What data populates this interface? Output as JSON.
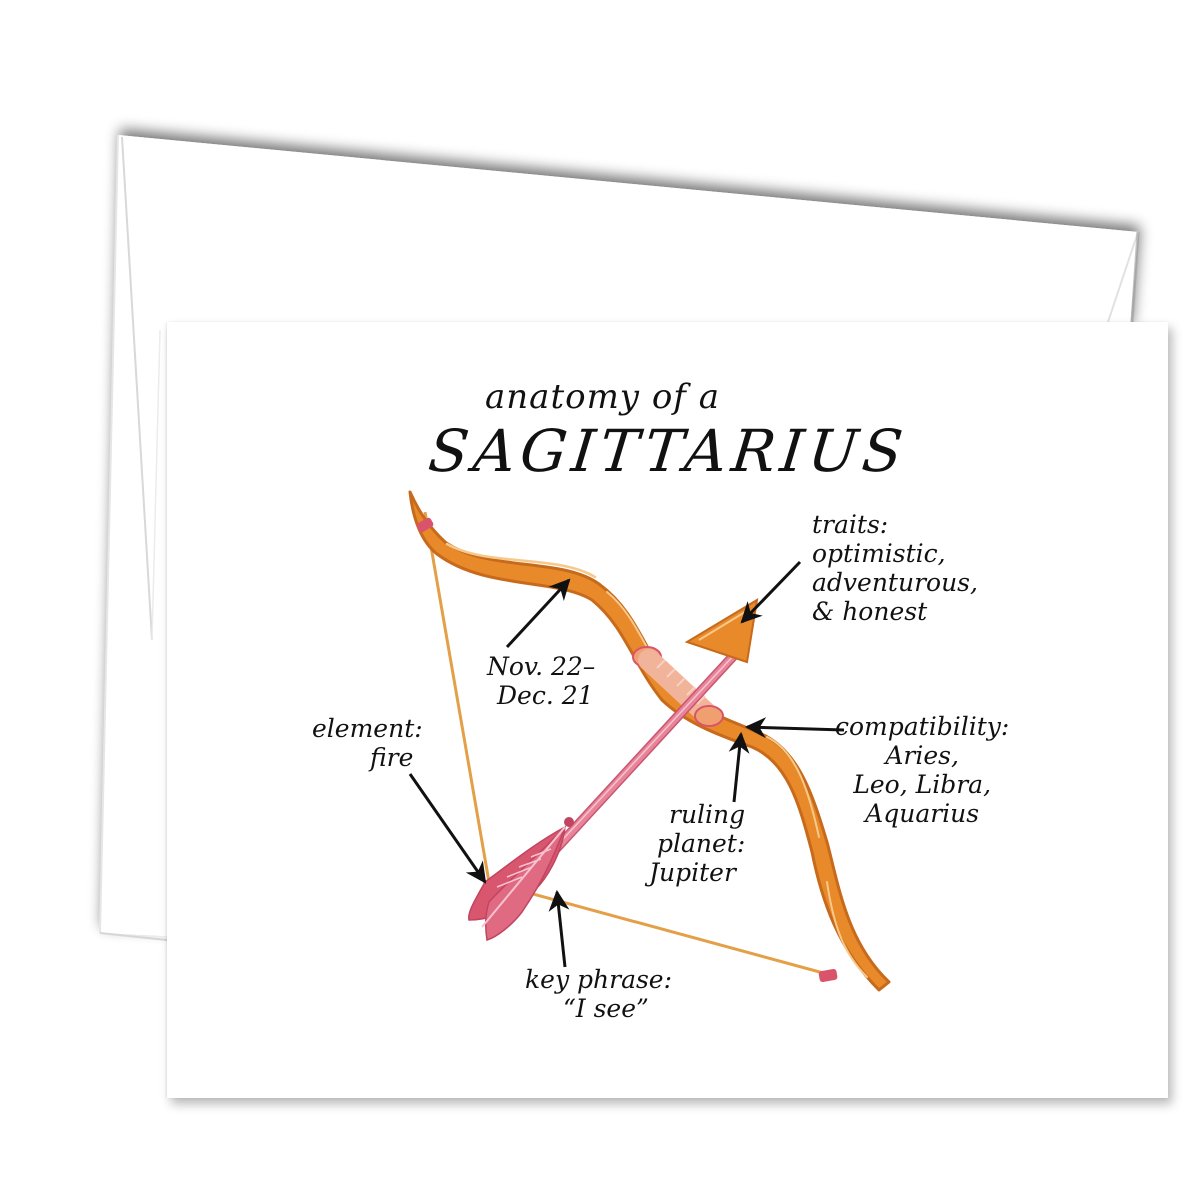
{
  "card": {
    "title_small": "anatomy of a",
    "title_big": "SAGITTARIUS",
    "labels": {
      "traits": [
        "traits:",
        "optimistic,",
        "adventurous,",
        "& honest"
      ],
      "dates": [
        "Nov. 22–",
        "Dec. 21"
      ],
      "element": [
        "element:",
        "fire"
      ],
      "compatibility": [
        "compatibility:",
        "Aries,",
        "Leo, Libra,",
        "Aquarius"
      ],
      "ruling_planet": [
        "ruling",
        "planet:",
        "Jupiter"
      ],
      "key_phrase": [
        "key phrase:",
        "“I see”"
      ]
    },
    "illustration": {
      "subject": "bow-and-arrow",
      "colors": {
        "bow": "#e8892a",
        "bow_shadow": "#c86a1c",
        "bow_highlight": "#f6c98a",
        "string": "#e3a048",
        "wrap": "#d9546a",
        "arrow_shaft": "#e8849a",
        "arrow_fletching": "#d9566f",
        "arrowhead": "#e8892a",
        "pointer_arrows": "#111111"
      }
    }
  },
  "envelope": {
    "color": "#ffffff",
    "shadow": "#9a9a9a"
  }
}
